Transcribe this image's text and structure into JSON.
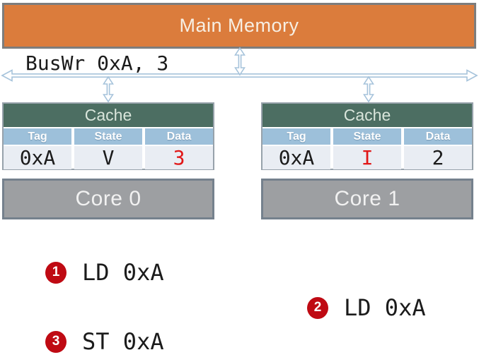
{
  "diagram": {
    "memory": {
      "label": "Main Memory"
    },
    "bus": {
      "label": "BusWr 0xA, 3"
    },
    "caches": [
      {
        "title": "Cache",
        "columns": [
          "Tag",
          "State",
          "Data"
        ],
        "row": {
          "tag": "0xA",
          "state": "V",
          "data": "3"
        },
        "state_color": "#1b1b1b",
        "data_color": "#e11717"
      },
      {
        "title": "Cache",
        "columns": [
          "Tag",
          "State",
          "Data"
        ],
        "row": {
          "tag": "0xA",
          "state": "I",
          "data": "2"
        },
        "state_color": "#e11717",
        "data_color": "#1b1b1b"
      }
    ],
    "cores": [
      {
        "label": "Core 0"
      },
      {
        "label": "Core 1"
      }
    ],
    "steps": [
      {
        "number": "1",
        "label": "LD 0xA"
      },
      {
        "number": "2",
        "label": "LD 0xA"
      },
      {
        "number": "3",
        "label": "ST 0xA"
      }
    ],
    "colors": {
      "memory_fill": "#db7c3c",
      "cache_header_fill": "#4c6e62",
      "column_header_fill": "#9dc0da",
      "row_fill": "#e9edf3",
      "core_fill": "#9d9fa2",
      "arrow": "#a6c3db",
      "highlight_red": "#e11717",
      "badge_red": "#bf0a13"
    }
  }
}
